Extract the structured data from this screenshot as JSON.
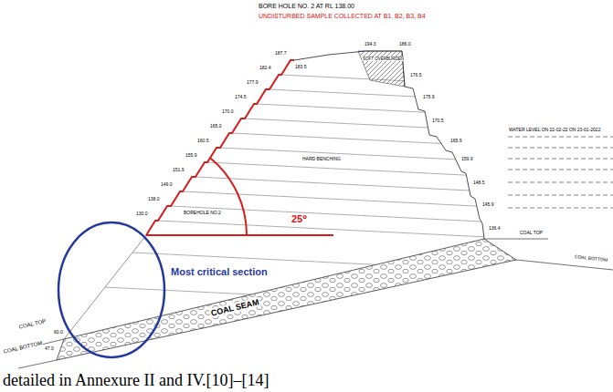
{
  "diagram": {
    "labels": [
      "BORE HOLE NO. 2 AT RL 138.00",
      "UNDISTURBED SAMPLE COLLECTED AT B1, B2, B3, B4",
      "194.3",
      "186.0",
      "187.7",
      "SOFT OVERBURDEN",
      "183.5",
      "176.5",
      "182.4",
      "177.9",
      "175.9",
      "174.5",
      "170.5",
      "170.0",
      "165.9",
      "165.0",
      "160.5",
      "159.9",
      "HARD BENCHING",
      "WATER LEVEL ON 22-02-22 ON 23-01-2022",
      "155.9",
      "151.9",
      "148.5",
      "149.0",
      "145.9",
      "BOREHOLE NO.2",
      "138.0",
      "25⁰",
      "130.0",
      "136.4",
      "COAL TOP",
      "COAL BOTTOM",
      "Most critical section",
      "COAL SEAM",
      "COAL TOP",
      "60.0",
      "COAL BOTTOM",
      "47.0",
      "detailed in Annexure II and IV.[10]–[14]"
    ]
  }
}
